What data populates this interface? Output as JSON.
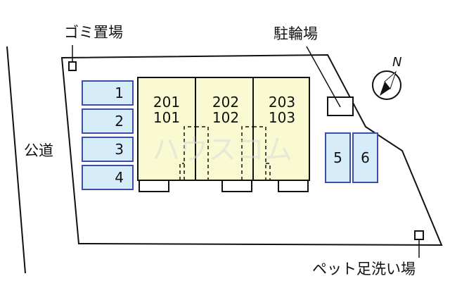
{
  "labels": {
    "garbage": "ゴミ置場",
    "bicycle": "駐輪場",
    "road": "公道",
    "pet_wash": "ペット足洗い場",
    "north": "N"
  },
  "watermark": "ハウスコム",
  "parking": {
    "left": [
      "1",
      "2",
      "3",
      "4"
    ],
    "right": [
      "5",
      "6"
    ]
  },
  "units": [
    {
      "upper": "201",
      "lower": "101"
    },
    {
      "upper": "202",
      "lower": "102"
    },
    {
      "upper": "203",
      "lower": "103"
    }
  ],
  "colors": {
    "building": "#fafad2",
    "parking": "#d6ecf8",
    "parking_border": "#3a4fa6",
    "line": "#111111"
  }
}
